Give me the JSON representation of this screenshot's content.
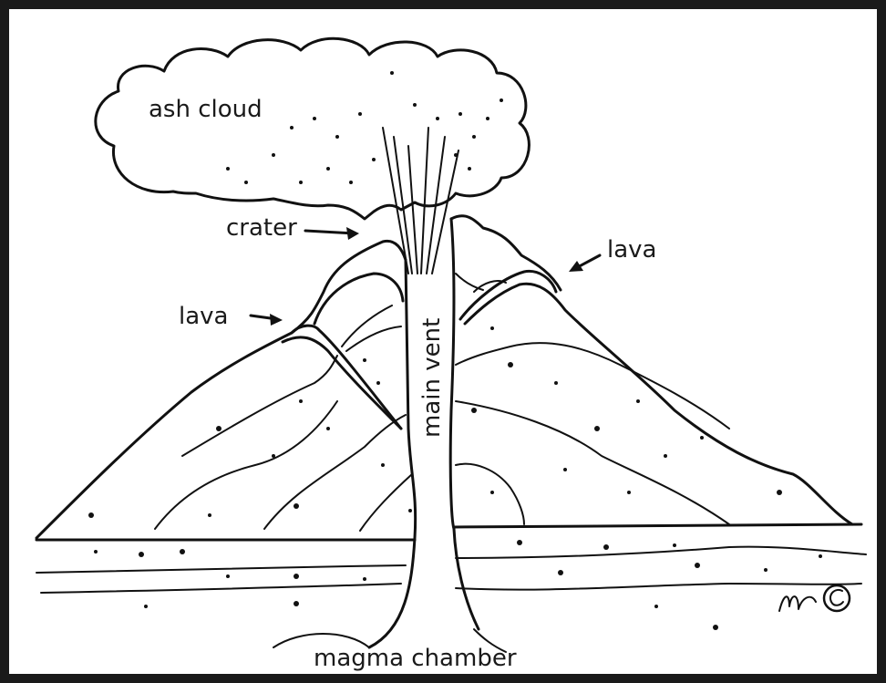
{
  "labels": {
    "ash_cloud": "ash cloud",
    "crater": "crater",
    "lava_left": "lava",
    "lava_right": "lava",
    "main_vent": "main vent",
    "magma_chamber": "magma chamber"
  },
  "signature": "mc",
  "colors": {
    "ink": "#111111",
    "background": "#ffffff",
    "frame": "#1a1a1a"
  }
}
